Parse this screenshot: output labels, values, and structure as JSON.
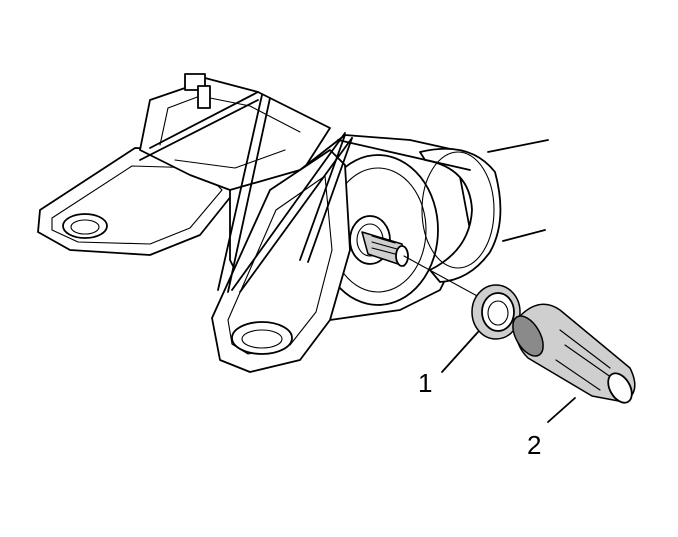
{
  "callouts": [
    {
      "number": "1",
      "part": "seal"
    },
    {
      "number": "2",
      "part": "seal-installer-tool"
    }
  ]
}
